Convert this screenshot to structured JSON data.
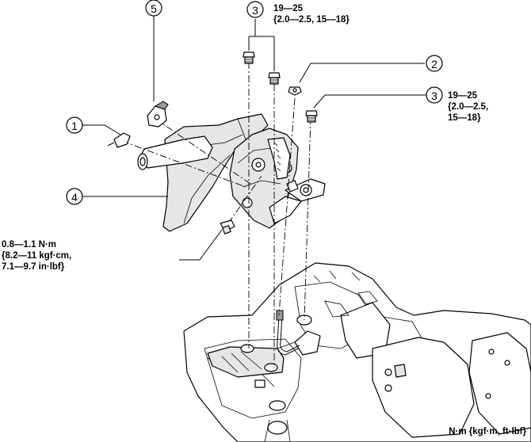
{
  "callouts": [
    "1",
    "2",
    "3",
    "3",
    "4",
    "5"
  ],
  "torque_specs": {
    "top_bolts": "19—25\n{2.0—2.5, 15—18}",
    "side_bolt": "19—25\n{2.0—2.5,\n15—18}",
    "small_bolt": "0.8—1.1 N·m\n{8.2—11 kgf·cm,\n7.1—9.7 in·lbf}"
  },
  "units_note": "N·m {kgf·m, ft·lbf}"
}
